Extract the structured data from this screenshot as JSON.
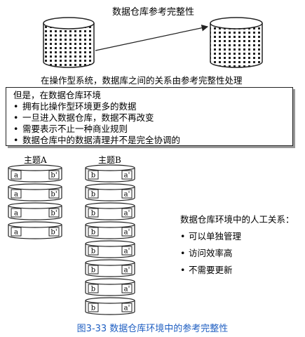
{
  "title": "数据仓库参考完整性",
  "top_caption": "在操作型系统，数据库之间的关系由参考完整性处理",
  "box": {
    "heading": "但是，在数据仓库环境",
    "bullets": [
      "拥有比操作型环境更多的数据",
      "一旦进入数据仓库，数据不再改变",
      "需要表示不止一种商业规则",
      "数据仓库中的数据清理并不是完全协调的"
    ]
  },
  "topic_a": {
    "label": "主题A",
    "rows": [
      [
        "a",
        "b'"
      ],
      [
        "a",
        "b'"
      ],
      [
        "a",
        "b'"
      ],
      [
        "a",
        "b'"
      ]
    ]
  },
  "topic_b": {
    "label": "主题B",
    "rows": [
      [
        "b",
        "a'"
      ],
      [
        "b",
        "a'"
      ],
      [
        "b",
        "a'"
      ],
      [
        "b",
        "a'"
      ],
      [
        "b",
        "a'"
      ],
      [
        "b",
        "a'"
      ],
      [
        "b",
        "a'"
      ],
      [
        "b",
        "a'"
      ]
    ]
  },
  "right_side": {
    "heading": "数据仓库环境中的人工关系：",
    "bullets": [
      "可以单独管理",
      "访问效率高",
      "不需要更新"
    ]
  },
  "figure_caption": "图3-33   数据仓库环境中的参考完整性",
  "colors": {
    "caption": "#1f5fc2",
    "stroke": "#222222",
    "disk_fill": "#ffffff"
  }
}
